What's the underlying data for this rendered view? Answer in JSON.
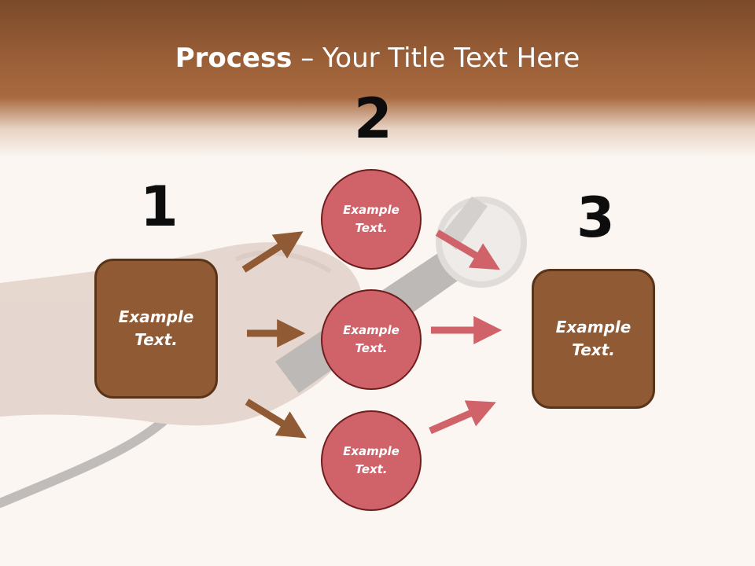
{
  "slide": {
    "title_bold": "Process",
    "title_rest": " – Your Title Text Here"
  },
  "steps": {
    "one": {
      "number": "1",
      "line1": "Example",
      "line2": "Text."
    },
    "two": {
      "number": "2",
      "circles": [
        {
          "line1": "Example",
          "line2": "Text."
        },
        {
          "line1": "Example",
          "line2": "Text."
        },
        {
          "line1": "Example",
          "line2": "Text."
        }
      ]
    },
    "three": {
      "number": "3",
      "line1": "Example",
      "line2": "Text."
    }
  },
  "colors": {
    "header": "#9c6038",
    "box": "#8f5a34",
    "circle": "#d0636a",
    "arrow_brown": "#8f5a34",
    "arrow_red": "#d0636a"
  },
  "icons": {
    "background": "microphone-in-hand-photo"
  }
}
